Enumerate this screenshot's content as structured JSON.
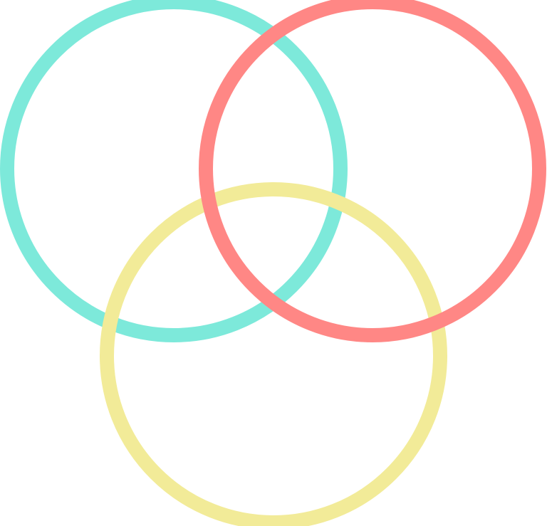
{
  "diagram": {
    "type": "venn",
    "circles": [
      {
        "name": "teal-circle",
        "color": "#7de9da"
      },
      {
        "name": "yellow-circle",
        "color": "#f2eb98"
      },
      {
        "name": "red-circle",
        "color": "#ff8785"
      }
    ]
  }
}
